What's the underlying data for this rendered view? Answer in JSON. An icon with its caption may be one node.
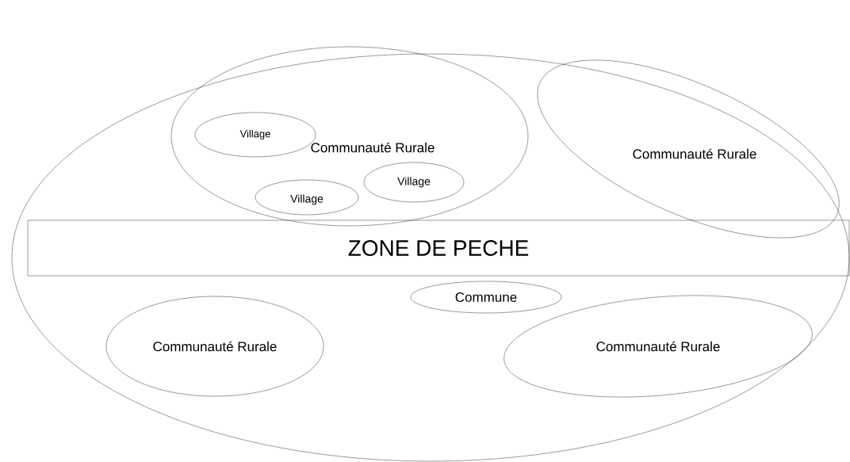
{
  "diagram": {
    "nodes": [
      {
        "text": [],
        "shape": "ellipse"
      },
      {
        "text": [
          "Communauté Rurale"
        ],
        "in": 0
      },
      {
        "text": [
          "Village"
        ],
        "in": 1
      },
      {
        "text": [
          "Village"
        ],
        "in": 1
      },
      {
        "text": [
          "Village"
        ],
        "in": 1
      },
      {
        "text": [
          "Communauté Rurale"
        ],
        "in": 0
      },
      {
        "text": [
          "ZONE DE PECHE"
        ],
        "in": 0
      },
      {
        "text": [
          "Commune"
        ],
        "in": 0
      },
      {
        "text": [
          "Communauté Rurale"
        ],
        "in": 0
      },
      {
        "text": [
          "Communauté Rurale"
        ],
        "in": 0
      }
    ]
  }
}
